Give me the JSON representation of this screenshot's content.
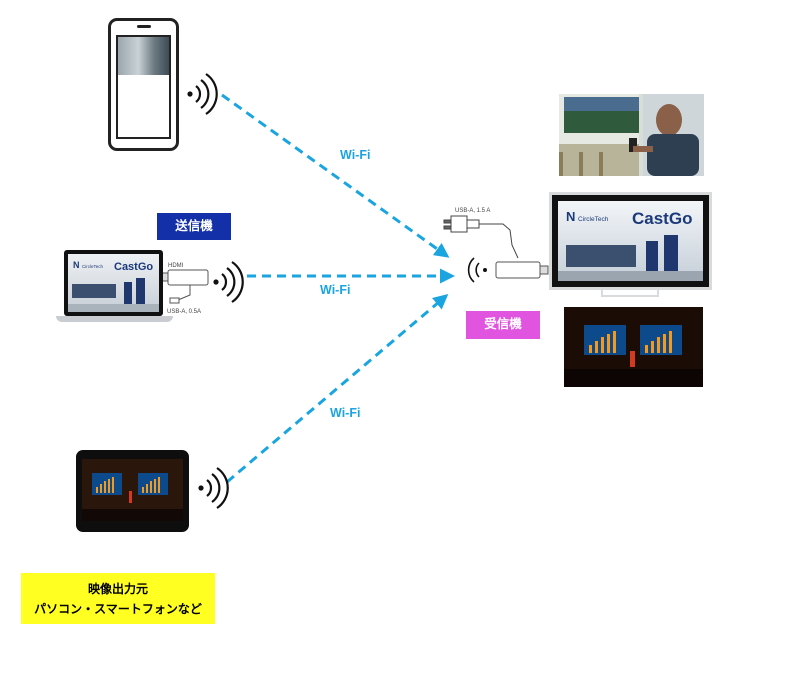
{
  "labels": {
    "wifi_top": "Wi-Fi",
    "wifi_middle": "Wi-Fi",
    "wifi_bottom": "Wi-Fi",
    "sender": "送信機",
    "receiver": "受信機",
    "source_line1": "映像出力元",
    "source_line2": "パソコン・スマートフォンなど"
  },
  "laptop": {
    "brand": "CastGo",
    "company": "CircleTech",
    "hdmi": "HDMI",
    "usb": "USB-A, 0.5A"
  },
  "tv": {
    "brand": "CastGo",
    "company": "CircleTech",
    "usb": "USB-A, 1.5 A"
  },
  "colors": {
    "wifi_line": "#1aa5e0",
    "sender_badge": "#1430a8",
    "receiver_badge": "#e054e0",
    "note_bg": "#ffff22"
  }
}
